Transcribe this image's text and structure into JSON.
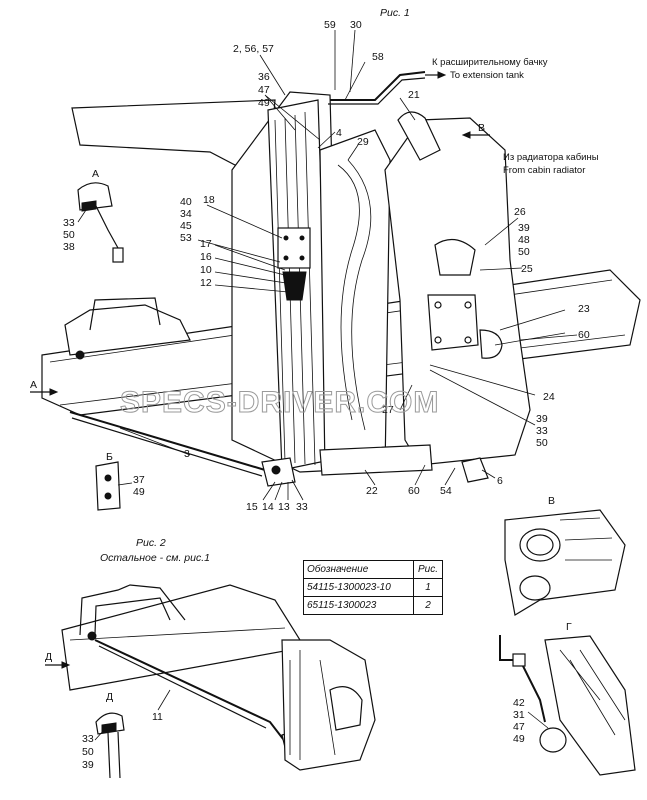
{
  "fig1_caption": "Рис. 1",
  "fig2_caption": "Рис. 2",
  "fig2_note": "Остальное - см. рис.1",
  "to_tank_ru": "К расширительному бачку",
  "to_tank_en": "To extension tank",
  "from_cabin_ru": "Из радиатора кабины",
  "from_cabin_en": "From cabin radiator",
  "watermark": "SPECS-DRIVER.COM",
  "views": {
    "a1": "А",
    "a2": "А",
    "b1": "Б",
    "v1": "В",
    "v2": "В",
    "g1": "Г",
    "d1": "Д",
    "d2": "Д"
  },
  "callouts": {
    "c59": "59",
    "c30": "30",
    "c2_56_57": "2, 56, 57",
    "c58": "58",
    "c36": "36",
    "c47": "47",
    "c49": "49",
    "c21": "21",
    "c4": "4",
    "c29": "29",
    "c18": "18",
    "c40": "40",
    "c34": "34",
    "c45": "45",
    "c53": "53",
    "c17": "17",
    "c16": "16",
    "c10": "10",
    "c12": "12",
    "c33a": "33",
    "c50a": "50",
    "c38": "38",
    "c26": "26",
    "c39a": "39",
    "c48": "48",
    "c50b": "50",
    "c25": "25",
    "c23": "23",
    "c60a": "60",
    "c24": "24",
    "c27": "27",
    "c39b": "39",
    "c33b": "33",
    "c50c": "50",
    "c3": "3",
    "c37": "37",
    "c49b": "49",
    "c15": "15",
    "c14": "14",
    "c13": "13",
    "c33c": "33",
    "c22": "22",
    "c60b": "60",
    "c54": "54",
    "c6": "6",
    "c11": "11",
    "c33d": "33",
    "c50d": "50",
    "c39c": "39",
    "c42": "42",
    "c31": "31",
    "c47b": "47",
    "c49c": "49"
  },
  "table": {
    "header": [
      "Обозначение",
      "Рис."
    ],
    "rows": [
      [
        "54115-1300023-10",
        "1"
      ],
      [
        "65115-1300023",
        "2"
      ]
    ]
  }
}
